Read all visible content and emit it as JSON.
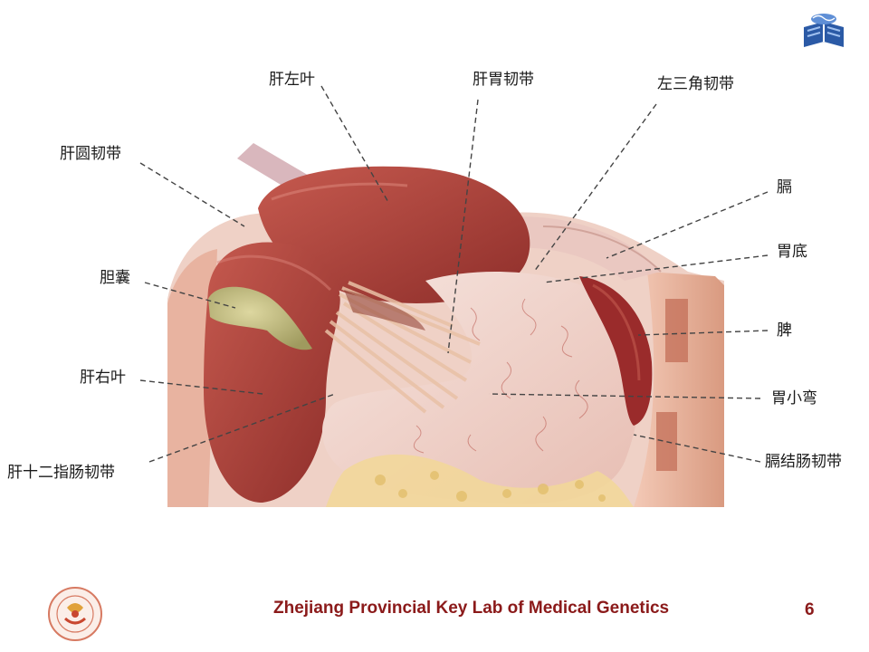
{
  "labels": {
    "gan_zuo_ye": "肝左叶",
    "gan_wei_ren_dai": "肝胃韧带",
    "zuo_san_jiao_ren_dai": "左三角韧带",
    "gan_yuan_ren_dai": "肝圆韧带",
    "ge": "膈",
    "wei_di": "胃底",
    "dan_nang": "胆囊",
    "pi": "脾",
    "gan_you_ye": "肝右叶",
    "wei_xiao_wan": "胃小弯",
    "gan_shi_er_zhi_chang_ren_dai": "肝十二指肠韧带",
    "ge_jie_chang_ren_dai": "膈结肠韧带"
  },
  "footer": {
    "lab_name": "Zhejiang Provincial Key Lab of Medical Genetics",
    "page_number": "6"
  },
  "icons": {
    "corner": "book-globe-icon",
    "seal": "university-seal-icon"
  },
  "colors": {
    "footer_text": "#8b1a1a",
    "liver": "#b5473e",
    "stomach": "#f1d7cf",
    "gallbladder": "#c8c184",
    "spleen": "#9a2b2b"
  }
}
